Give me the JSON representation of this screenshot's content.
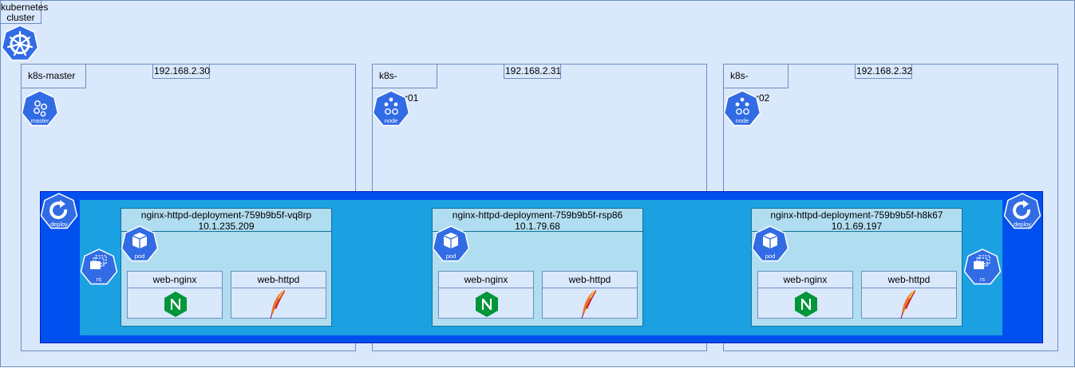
{
  "cluster": {
    "label": "kubernetes cluster",
    "icon": "kubernetes-helm-icon"
  },
  "nodes": [
    {
      "name": "k8s-master",
      "ip": "192.168.2.30",
      "icon_label": "master"
    },
    {
      "name": "k8s-worker01",
      "ip": "192.168.2.31",
      "icon_label": "node"
    },
    {
      "name": "k8s-worker02",
      "ip": "192.168.2.32",
      "icon_label": "node"
    }
  ],
  "deployment": {
    "icon_label": "deploy"
  },
  "replicaset": {
    "icon_label": "rs"
  },
  "pods": [
    {
      "name": "nginx-httpd-deployment-759b9b5f-vq8rp",
      "ip": "10.1.235.209",
      "icon_label": "pod",
      "containers": [
        {
          "name": "web-nginx",
          "icon": "nginx-icon"
        },
        {
          "name": "web-httpd",
          "icon": "apache-feather-icon"
        }
      ]
    },
    {
      "name": "nginx-httpd-deployment-759b9b5f-rsp86",
      "ip": "10.1.79.68",
      "icon_label": "pod",
      "containers": [
        {
          "name": "web-nginx",
          "icon": "nginx-icon"
        },
        {
          "name": "web-httpd",
          "icon": "apache-feather-icon"
        }
      ]
    },
    {
      "name": "nginx-httpd-deployment-759b9b5f-h8k67",
      "ip": "10.1.69.197",
      "icon_label": "pod",
      "containers": [
        {
          "name": "web-nginx",
          "icon": "nginx-icon"
        },
        {
          "name": "web-httpd",
          "icon": "apache-feather-icon"
        }
      ]
    }
  ],
  "colors": {
    "cluster_fill": "#dae8fc",
    "cluster_stroke": "#6c8ebf",
    "deployment_fill": "#0050ef",
    "replicaset_fill": "#1ba1e2",
    "pod_fill": "#b1ddf0",
    "k8s_icon_blue": "#326ce5",
    "nginx_green": "#009639"
  }
}
